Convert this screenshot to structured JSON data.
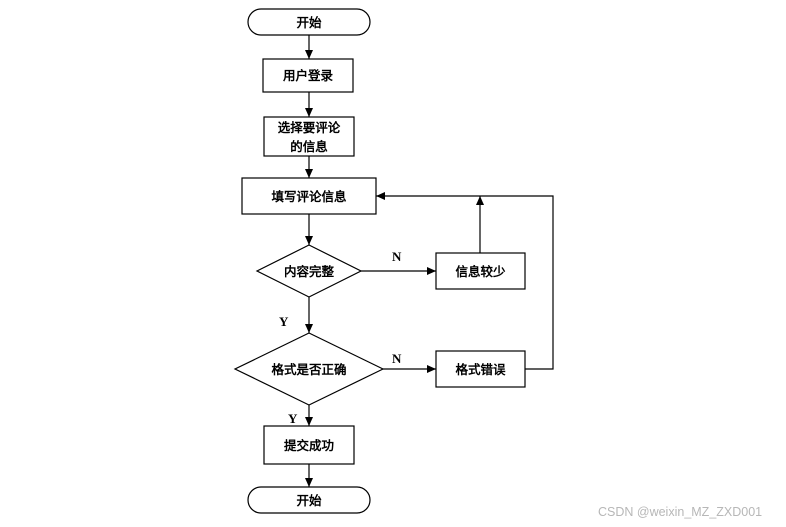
{
  "nodes": {
    "start": "开始",
    "login": "用户登录",
    "select_line1": "选择要评论",
    "select_line2": "的信息",
    "fill": "填写评论信息",
    "complete": "内容完整",
    "too_little": "信息较少",
    "format": "格式是否正确",
    "format_error": "格式错误",
    "submit": "提交成功",
    "end": "开始"
  },
  "edges": {
    "complete_no": "N",
    "complete_yes": "Y",
    "format_no": "N",
    "format_yes": "Y"
  },
  "watermark": "CSDN @weixin_MZ_ZXD001"
}
